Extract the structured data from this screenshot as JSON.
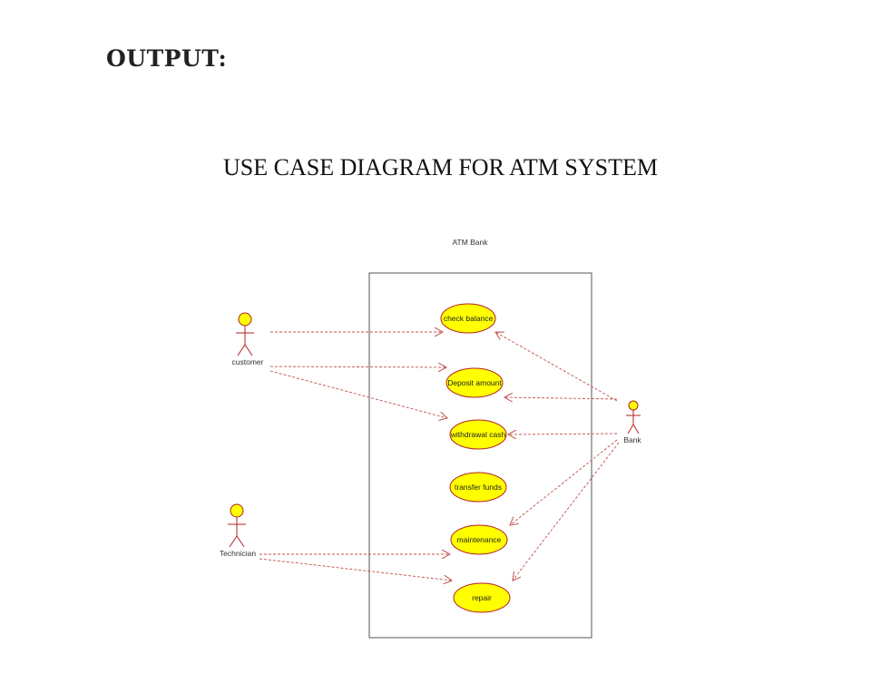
{
  "page": {
    "heading": "OUTPUT:",
    "diagram_title": "USE CASE DIAGRAM FOR ATM SYSTEM"
  },
  "diagram": {
    "system_name": "ATM Bank",
    "actors": {
      "customer": "customer",
      "technician": "Technician",
      "bank": "Bank"
    },
    "use_cases": {
      "check_balance": "check balance",
      "deposit_amount": "Deposit amount",
      "withdrawal_cash": "withdrawal cash",
      "transfer_funds": "transfer funds",
      "maintenance": "maintenance",
      "repair": "repair"
    },
    "colors": {
      "use_case_fill": "#ffff00",
      "use_case_stroke": "#b22222",
      "actor_head_fill": "#ffff00",
      "actor_stroke": "#b22222",
      "association_line": "#c0504d"
    }
  }
}
